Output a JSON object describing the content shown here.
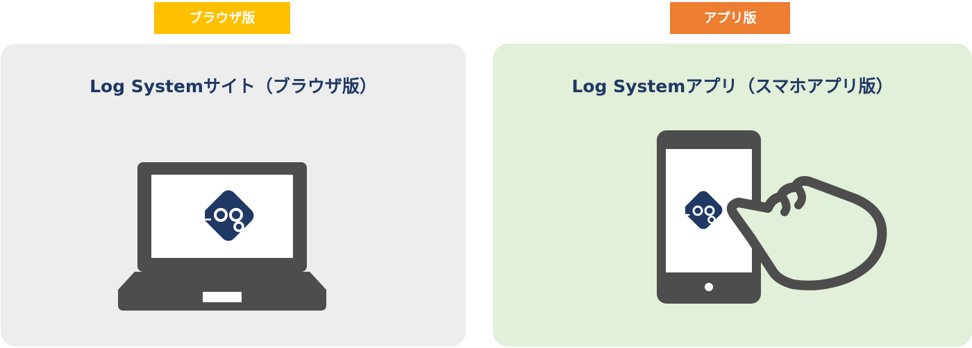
{
  "browser": {
    "tag_label": "ブラウザ版",
    "title": "Log Systemサイト（ブラウザ版）",
    "device": "laptop-icon",
    "logo_text": "Log"
  },
  "app": {
    "tag_label": "アプリ版",
    "title": "Log Systemアプリ（スマホアプリ版）",
    "device": "smartphone-icon",
    "gesture": "tap-hand-icon",
    "logo_text": "Log"
  },
  "colors": {
    "tag_browser": "#FFC000",
    "tag_app": "#ED7D31",
    "panel_browser": "#EDEDED",
    "panel_app": "#E2EFD9",
    "title": "#1F3864",
    "device": "#4D4D4D",
    "logo": "#203864"
  }
}
